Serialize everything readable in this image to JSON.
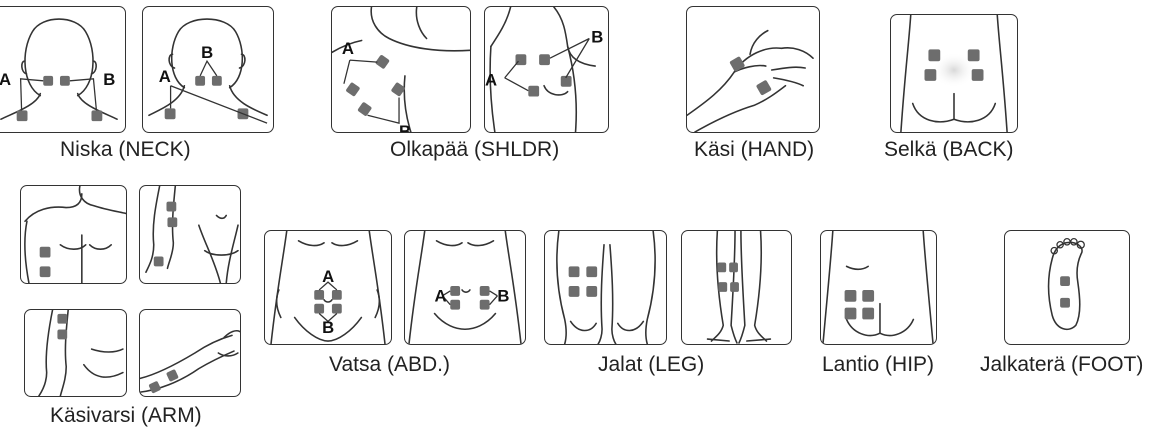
{
  "categories": [
    {
      "id": "neck",
      "label": "Niska (NECK)"
    },
    {
      "id": "shoulder",
      "label": "Olkapää (SHLDR)"
    },
    {
      "id": "hand",
      "label": "Käsi (HAND)"
    },
    {
      "id": "back",
      "label": "Selkä (BACK)"
    },
    {
      "id": "arm",
      "label": "Käsivarsi (ARM)"
    },
    {
      "id": "abdomen",
      "label": "Vatsa (ABD.)"
    },
    {
      "id": "leg",
      "label": "Jalat (LEG)"
    },
    {
      "id": "hip",
      "label": "Lantio (HIP)"
    },
    {
      "id": "foot",
      "label": "Jalkaterä (FOOT)"
    }
  ],
  "markers": {
    "a": "A",
    "b": "B"
  },
  "colors": {
    "pad": "#6d6d6d",
    "outline": "#333333"
  }
}
